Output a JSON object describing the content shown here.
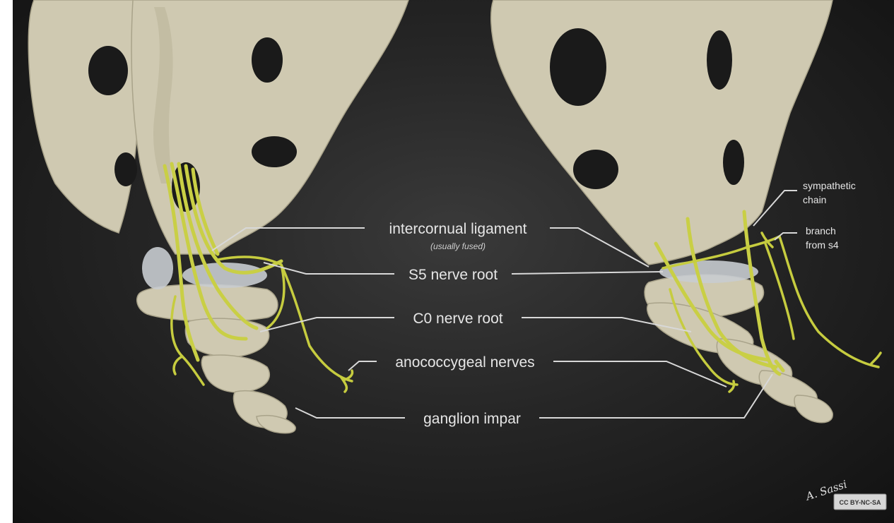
{
  "labels": {
    "intercornual": "intercornual ligament",
    "intercornual_note": "(usually fused)",
    "s5": "S5 nerve root",
    "c0": "C0 nerve root",
    "anococcygeal": "anococcygeal nerves",
    "ganglion": "ganglion impar",
    "sympathetic_line1": "sympathetic",
    "sympathetic_line2": "chain",
    "branch_line1": "branch",
    "branch_line2": "from s4"
  },
  "signature": "A. Sassi",
  "license_badge": "CC BY-NC-SA",
  "colors": {
    "background": "#262626",
    "bone": "#cfc9b1",
    "nerve": "#c9cf45",
    "ligament": "#c8ccd0",
    "label": "#e6e6e6"
  }
}
